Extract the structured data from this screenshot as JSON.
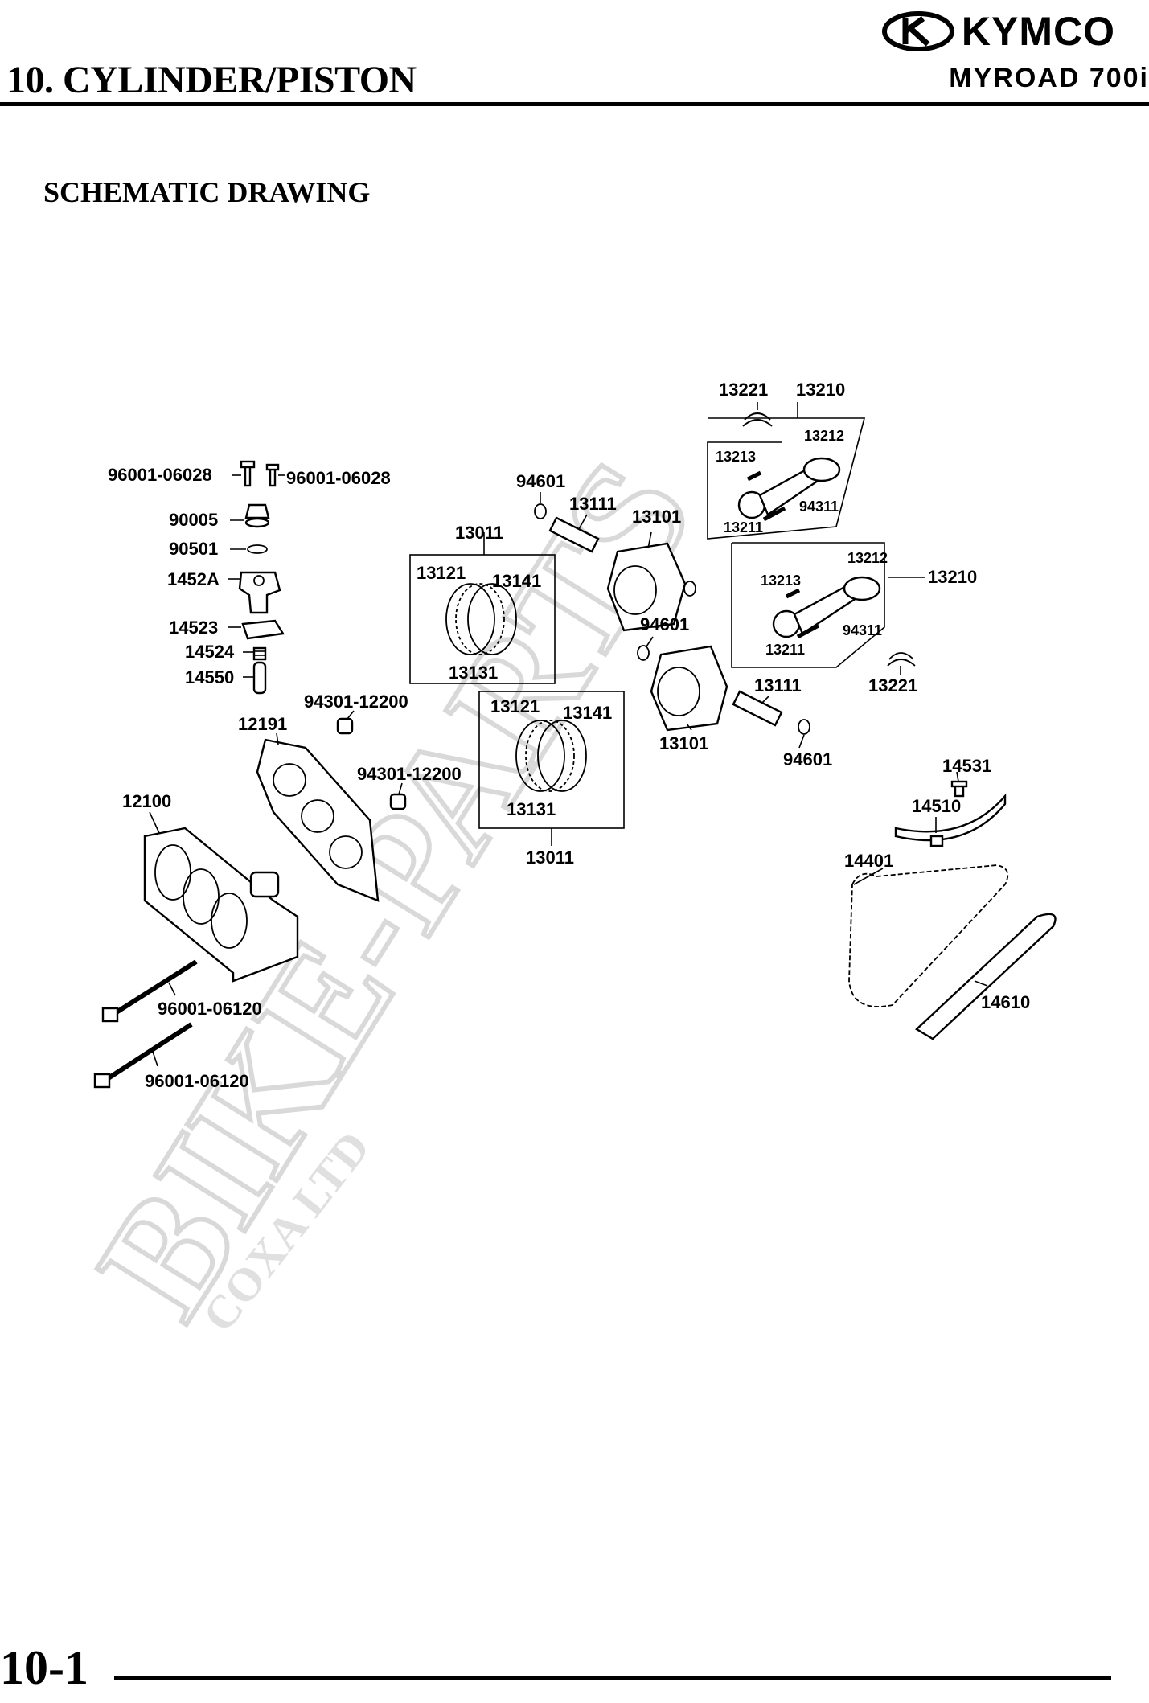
{
  "header": {
    "chapter_title": "10. CYLINDER/PISTON",
    "brand_name": "KYMCO",
    "brand_icon": "kymco-logo-icon",
    "model": "MYROAD 700i"
  },
  "section": {
    "title": "SCHEMATIC DRAWING"
  },
  "parts": {
    "p1": "96001-06028",
    "p2": "96001-06028",
    "p3": "90005",
    "p4": "90501",
    "p5": "1452A",
    "p6": "14523",
    "p7": "14524",
    "p8": "14550",
    "p9": "12191",
    "p10": "12100",
    "p11": "96001-06120",
    "p12": "96001-06120",
    "p13": "94301-12200",
    "p14": "94301-12200",
    "p15": "13011",
    "p16": "13121",
    "p17": "13141",
    "p18": "13131",
    "p19": "13121",
    "p20": "13141",
    "p21": "13131",
    "p22": "13011",
    "p23": "94601",
    "p24": "13111",
    "p25": "13101",
    "p26": "94601",
    "p27": "13101",
    "p28": "13111",
    "p29": "94601",
    "p30": "13221",
    "p31": "13210",
    "p32": "13212",
    "p33": "13213",
    "p34": "94311",
    "p35": "13211",
    "p36": "13212",
    "p37": "13210",
    "p38": "13213",
    "p39": "94311",
    "p40": "13211",
    "p41": "13221",
    "p42": "14531",
    "p43": "14510",
    "p44": "14401",
    "p45": "14610"
  },
  "watermark": {
    "main": "BIKE-PARTS",
    "sub": "COXA LTD"
  },
  "footer": {
    "page_number": "10-1"
  }
}
